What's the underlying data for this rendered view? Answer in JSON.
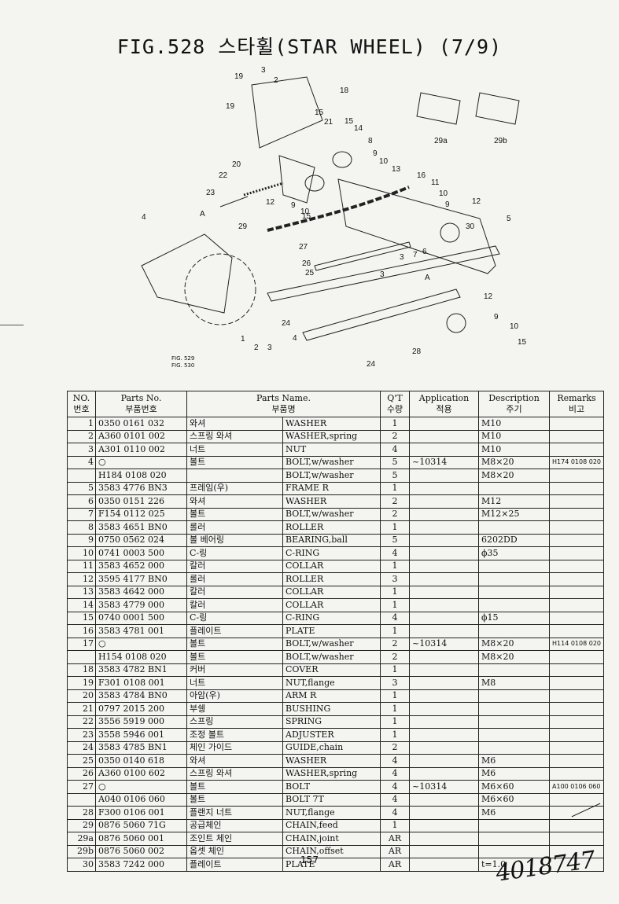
{
  "title": "FIG.528 스타휠(STAR WHEEL) (7/9)",
  "figure_refs": [
    "FIG. 529",
    "FIG. 530"
  ],
  "diagram_callouts": [
    "19",
    "3",
    "2",
    "18",
    "19",
    "15",
    "21",
    "15",
    "14",
    "8",
    "9",
    "10",
    "20",
    "13",
    "16",
    "11",
    "10",
    "22",
    "23",
    "12",
    "9",
    "10",
    "15",
    "9",
    "12",
    "5",
    "4",
    "A",
    "29",
    "30",
    "27",
    "7",
    "6",
    "26",
    "25",
    "3",
    "A",
    "3",
    "12",
    "9",
    "10",
    "15",
    "1",
    "2",
    "3",
    "4",
    "24",
    "28",
    "24",
    "29a",
    "29b"
  ],
  "table": {
    "headers": {
      "no": "NO.",
      "no_kr": "번호",
      "parts_no": "Parts No.",
      "parts_no_kr": "부품번호",
      "parts_name": "Parts Name.",
      "parts_name_kr": "부품명",
      "qt": "Q'T",
      "qt_kr": "수량",
      "application": "Application",
      "application_kr": "적용",
      "description": "Description",
      "description_kr": "주기",
      "remarks": "Remarks",
      "remarks_kr": "비고"
    },
    "rows": [
      {
        "no": "1",
        "part": "0350 0161 032",
        "kr": "와셔",
        "en": "WASHER",
        "qt": "1",
        "app": "",
        "desc": "M10",
        "rem": ""
      },
      {
        "no": "2",
        "part": "A360 0101 002",
        "kr": "스프링 와셔",
        "en": "WASHER,spring",
        "qt": "2",
        "app": "",
        "desc": "M10",
        "rem": ""
      },
      {
        "no": "3",
        "part": "A301 0110 002",
        "kr": "너트",
        "en": "NUT",
        "qt": "4",
        "app": "",
        "desc": "M10",
        "rem": ""
      },
      {
        "no": "4",
        "part": "○",
        "kr": "볼트",
        "en": "BOLT,w/washer",
        "qt": "5",
        "app": "~10314",
        "desc": "M8×20",
        "rem": "H174 0108 020"
      },
      {
        "no": "",
        "part": "H184 0108 020",
        "kr": "",
        "en": "BOLT,w/washer",
        "qt": "5",
        "app": "",
        "desc": "M8×20",
        "rem": ""
      },
      {
        "no": "5",
        "part": "3583 4776 BN3",
        "kr": "프레임(우)",
        "en": "FRAME R",
        "qt": "1",
        "app": "",
        "desc": "",
        "rem": ""
      },
      {
        "no": "6",
        "part": "0350 0151 226",
        "kr": "와셔",
        "en": "WASHER",
        "qt": "2",
        "app": "",
        "desc": "M12",
        "rem": ""
      },
      {
        "no": "7",
        "part": "F154 0112 025",
        "kr": "볼트",
        "en": "BOLT,w/washer",
        "qt": "2",
        "app": "",
        "desc": "M12×25",
        "rem": ""
      },
      {
        "no": "8",
        "part": "3583 4651 BN0",
        "kr": "롤러",
        "en": "ROLLER",
        "qt": "1",
        "app": "",
        "desc": "",
        "rem": ""
      },
      {
        "no": "9",
        "part": "0750 0562 024",
        "kr": "볼 베어링",
        "en": "BEARING,ball",
        "qt": "5",
        "app": "",
        "desc": "6202DD",
        "rem": ""
      },
      {
        "no": "10",
        "part": "0741 0003 500",
        "kr": "C-링",
        "en": "C-RING",
        "qt": "4",
        "app": "",
        "desc": "ϕ35",
        "rem": ""
      },
      {
        "no": "11",
        "part": "3583 4652 000",
        "kr": "칼러",
        "en": "COLLAR",
        "qt": "1",
        "app": "",
        "desc": "",
        "rem": ""
      },
      {
        "no": "12",
        "part": "3595 4177 BN0",
        "kr": "롤러",
        "en": "ROLLER",
        "qt": "3",
        "app": "",
        "desc": "",
        "rem": ""
      },
      {
        "no": "13",
        "part": "3583 4642 000",
        "kr": "칼러",
        "en": "COLLAR",
        "qt": "1",
        "app": "",
        "desc": "",
        "rem": ""
      },
      {
        "no": "14",
        "part": "3583 4779 000",
        "kr": "칼러",
        "en": "COLLAR",
        "qt": "1",
        "app": "",
        "desc": "",
        "rem": ""
      },
      {
        "no": "15",
        "part": "0740 0001 500",
        "kr": "C-링",
        "en": "C-RING",
        "qt": "4",
        "app": "",
        "desc": "ϕ15",
        "rem": ""
      },
      {
        "no": "16",
        "part": "3583 4781 001",
        "kr": "플레이트",
        "en": "PLATE",
        "qt": "1",
        "app": "",
        "desc": "",
        "rem": ""
      },
      {
        "no": "17",
        "part": "○",
        "kr": "볼트",
        "en": "BOLT,w/washer",
        "qt": "2",
        "app": "~10314",
        "desc": "M8×20",
        "rem": "H114 0108 020"
      },
      {
        "no": "",
        "part": "H154 0108 020",
        "kr": "볼트",
        "en": "BOLT,w/washer",
        "qt": "2",
        "app": "",
        "desc": "M8×20",
        "rem": ""
      },
      {
        "no": "18",
        "part": "3583 4782 BN1",
        "kr": "커버",
        "en": "COVER",
        "qt": "1",
        "app": "",
        "desc": "",
        "rem": ""
      },
      {
        "no": "19",
        "part": "F301 0108 001",
        "kr": "너트",
        "en": "NUT,flange",
        "qt": "3",
        "app": "",
        "desc": "M8",
        "rem": ""
      },
      {
        "no": "20",
        "part": "3583 4784 BN0",
        "kr": "아암(우)",
        "en": "ARM R",
        "qt": "1",
        "app": "",
        "desc": "",
        "rem": ""
      },
      {
        "no": "21",
        "part": "0797 2015 200",
        "kr": "부쉥",
        "en": "BUSHING",
        "qt": "1",
        "app": "",
        "desc": "",
        "rem": ""
      },
      {
        "no": "22",
        "part": "3556 5919 000",
        "kr": "스프링",
        "en": "SPRING",
        "qt": "1",
        "app": "",
        "desc": "",
        "rem": ""
      },
      {
        "no": "23",
        "part": "3558 5946 001",
        "kr": "조정 볼트",
        "en": "ADJUSTER",
        "qt": "1",
        "app": "",
        "desc": "",
        "rem": ""
      },
      {
        "no": "24",
        "part": "3583 4785 BN1",
        "kr": "체인 가이드",
        "en": "GUIDE,chain",
        "qt": "2",
        "app": "",
        "desc": "",
        "rem": ""
      },
      {
        "no": "25",
        "part": "0350 0140 618",
        "kr": "와셔",
        "en": "WASHER",
        "qt": "4",
        "app": "",
        "desc": "M6",
        "rem": ""
      },
      {
        "no": "26",
        "part": "A360 0100 602",
        "kr": "스프링 와셔",
        "en": "WASHER,spring",
        "qt": "4",
        "app": "",
        "desc": "M6",
        "rem": ""
      },
      {
        "no": "27",
        "part": "○",
        "kr": "볼트",
        "en": "BOLT",
        "qt": "4",
        "app": "~10314",
        "desc": "M6×60",
        "rem": "A100 0106 060"
      },
      {
        "no": "",
        "part": "A040 0106 060",
        "kr": "볼트",
        "en": "BOLT 7T",
        "qt": "4",
        "app": "",
        "desc": "M6×60",
        "rem": ""
      },
      {
        "no": "28",
        "part": "F300 0106 001",
        "kr": "플랜지 너트",
        "en": "NUT,flange",
        "qt": "4",
        "app": "",
        "desc": "M6",
        "rem": ""
      },
      {
        "no": "29",
        "part": "0876 5060 71G",
        "kr": "공급체인",
        "en": "CHAIN,feed",
        "qt": "1",
        "app": "",
        "desc": "",
        "rem": ""
      },
      {
        "no": "29a",
        "part": "0876 5060 001",
        "kr": "조인트 체인",
        "en": "CHAIN,joint",
        "qt": "AR",
        "app": "",
        "desc": "",
        "rem": ""
      },
      {
        "no": "29b",
        "part": "0876 5060 002",
        "kr": "옵셋 체인",
        "en": "CHAIN,offset",
        "qt": "AR",
        "app": "",
        "desc": "",
        "rem": ""
      },
      {
        "no": "30",
        "part": "3583 7242 000",
        "kr": "플레이트",
        "en": "PLATE",
        "qt": "AR",
        "app": "",
        "desc": "t=1.0",
        "rem": ""
      }
    ]
  },
  "page_number": "157",
  "handwritten_note": "4018747"
}
